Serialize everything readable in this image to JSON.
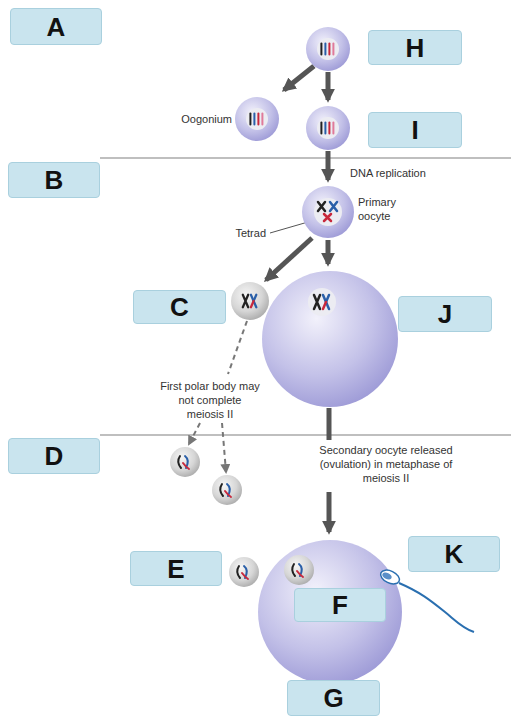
{
  "diagram": {
    "nodes": [
      {
        "text": [
          "A"
        ]
      },
      {
        "text": [
          "H"
        ]
      },
      {
        "text": [
          "I"
        ]
      },
      {
        "text": [
          "B"
        ]
      },
      {
        "text": [
          "C"
        ]
      },
      {
        "text": [
          "J"
        ]
      },
      {
        "text": [
          "D"
        ]
      },
      {
        "text": [
          "E"
        ]
      },
      {
        "text": [
          "K"
        ]
      },
      {
        "text": [
          "F"
        ]
      },
      {
        "text": [
          "G"
        ]
      }
    ],
    "labels": [
      "Oogonium",
      "DNA replication",
      "Primary oocyte",
      "Tetrad",
      "First polar body may not complete meiosis II",
      "Secondary oocyte released (ovulation) in metaphase of meiosis II"
    ]
  }
}
